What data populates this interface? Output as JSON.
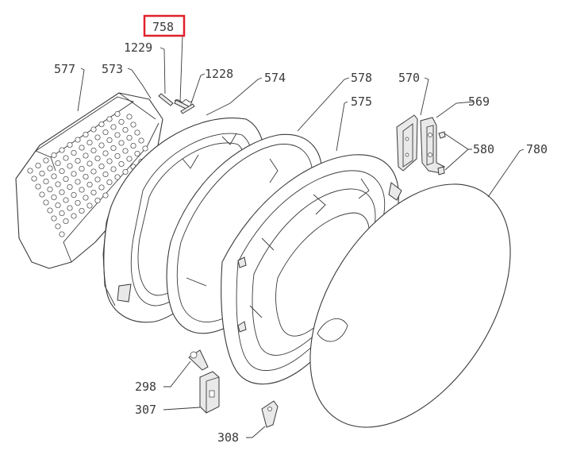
{
  "labels": {
    "p758": "758",
    "p1229": "1229",
    "p1228": "1228",
    "p577": "577",
    "p573": "573",
    "p574": "574",
    "p578": "578",
    "p570": "570",
    "p575": "575",
    "p569": "569",
    "p580": "580",
    "p780": "780",
    "p298": "298",
    "p307": "307",
    "p308": "308"
  },
  "highlight": {
    "part": "758",
    "color": "#e0202a"
  }
}
